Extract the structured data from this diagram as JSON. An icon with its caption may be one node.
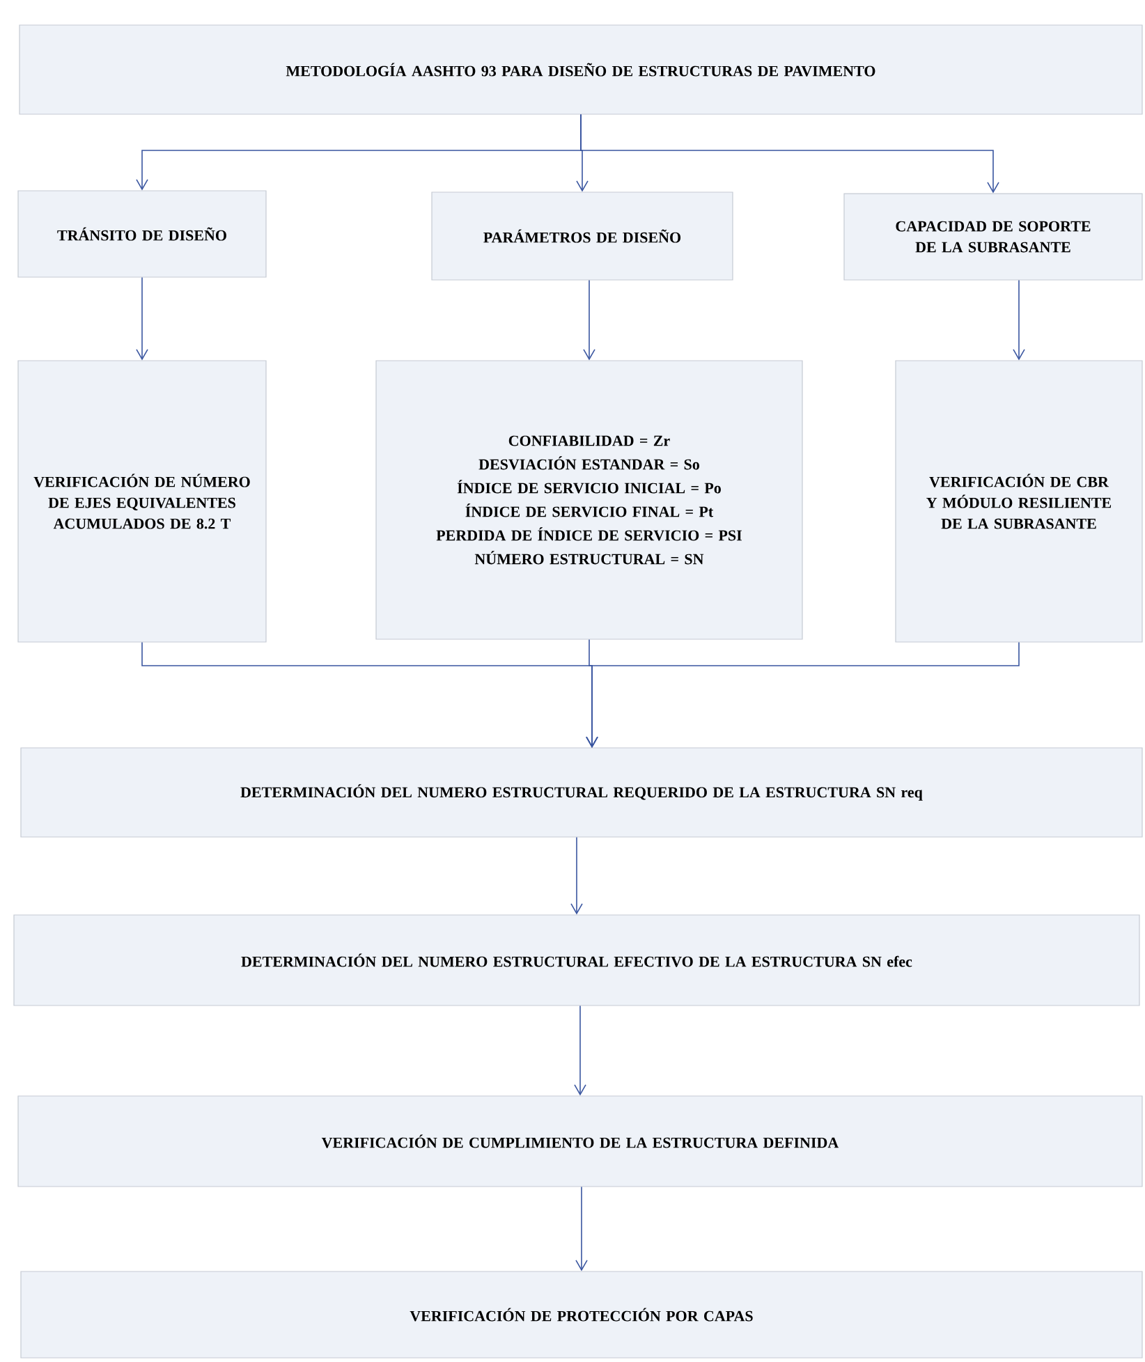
{
  "diagram": {
    "nodes": [
      {
        "text": [
          "METODOLOGÍA AASHTO 93 PARA DISEÑO DE ESTRUCTURAS DE PAVIMENTO"
        ]
      },
      {
        "text": [
          "TRÁNSITO DE DISEÑO"
        ]
      },
      {
        "text": [
          "PARÁMETROS DE DISEÑO"
        ]
      },
      {
        "text": [
          "CAPACIDAD DE SOPORTE DE LA SUBRASANTE"
        ]
      },
      {
        "text": [
          "VERIFICACIÓN DE NÚMERO DE EJES EQUIVALENTES ACUMULADOS DE 8.2 T"
        ]
      },
      {
        "text": [
          "CONFIABILIDAD = Zr",
          "DESVIACIÓN ESTANDAR = So",
          "ÍNDICE DE SERVICIO INICIAL = Po",
          "ÍNDICE DE SERVICIO FINAL = Pt",
          "PERDIDA DE ÍNDICE DE SERVICIO = PSI",
          "NÚMERO ESTRUCTURAL = SN"
        ]
      },
      {
        "text": [
          "VERIFICACIÓN DE CBR Y MÓDULO RESILIENTE DE LA SUBRASANTE"
        ]
      },
      {
        "text": [
          "DETERMINACIÓN DEL NUMERO ESTRUCTURAL REQUERIDO DE LA ESTRUCTURA SN req"
        ]
      },
      {
        "text": [
          "DETERMINACIÓN DEL NUMERO ESTRUCTURAL EFECTIVO DE LA ESTRUCTURA SN efec"
        ]
      },
      {
        "text": [
          "VERIFICACIÓN DE CUMPLIMIENTO DE LA ESTRUCTURA DEFINIDA"
        ]
      },
      {
        "text": [
          "VERIFICACIÓN DE PROTECCIÓN POR CAPAS"
        ]
      }
    ],
    "edges": [
      {
        "from": 0,
        "to": 1,
        "arrow": "to"
      },
      {
        "from": 0,
        "to": 2,
        "arrow": "to"
      },
      {
        "from": 0,
        "to": 3,
        "arrow": "to"
      },
      {
        "from": 1,
        "to": 4,
        "arrow": "to"
      },
      {
        "from": 2,
        "to": 5,
        "arrow": "to"
      },
      {
        "from": 3,
        "to": 6,
        "arrow": "to"
      },
      {
        "from": 4,
        "to": 7,
        "arrow": "to"
      },
      {
        "from": 5,
        "to": 7,
        "arrow": "to"
      },
      {
        "from": 6,
        "to": 7,
        "arrow": "to"
      },
      {
        "from": 7,
        "to": 8,
        "arrow": "to"
      },
      {
        "from": 8,
        "to": 9,
        "arrow": "to"
      },
      {
        "from": 9,
        "to": 10,
        "arrow": "to"
      }
    ]
  }
}
